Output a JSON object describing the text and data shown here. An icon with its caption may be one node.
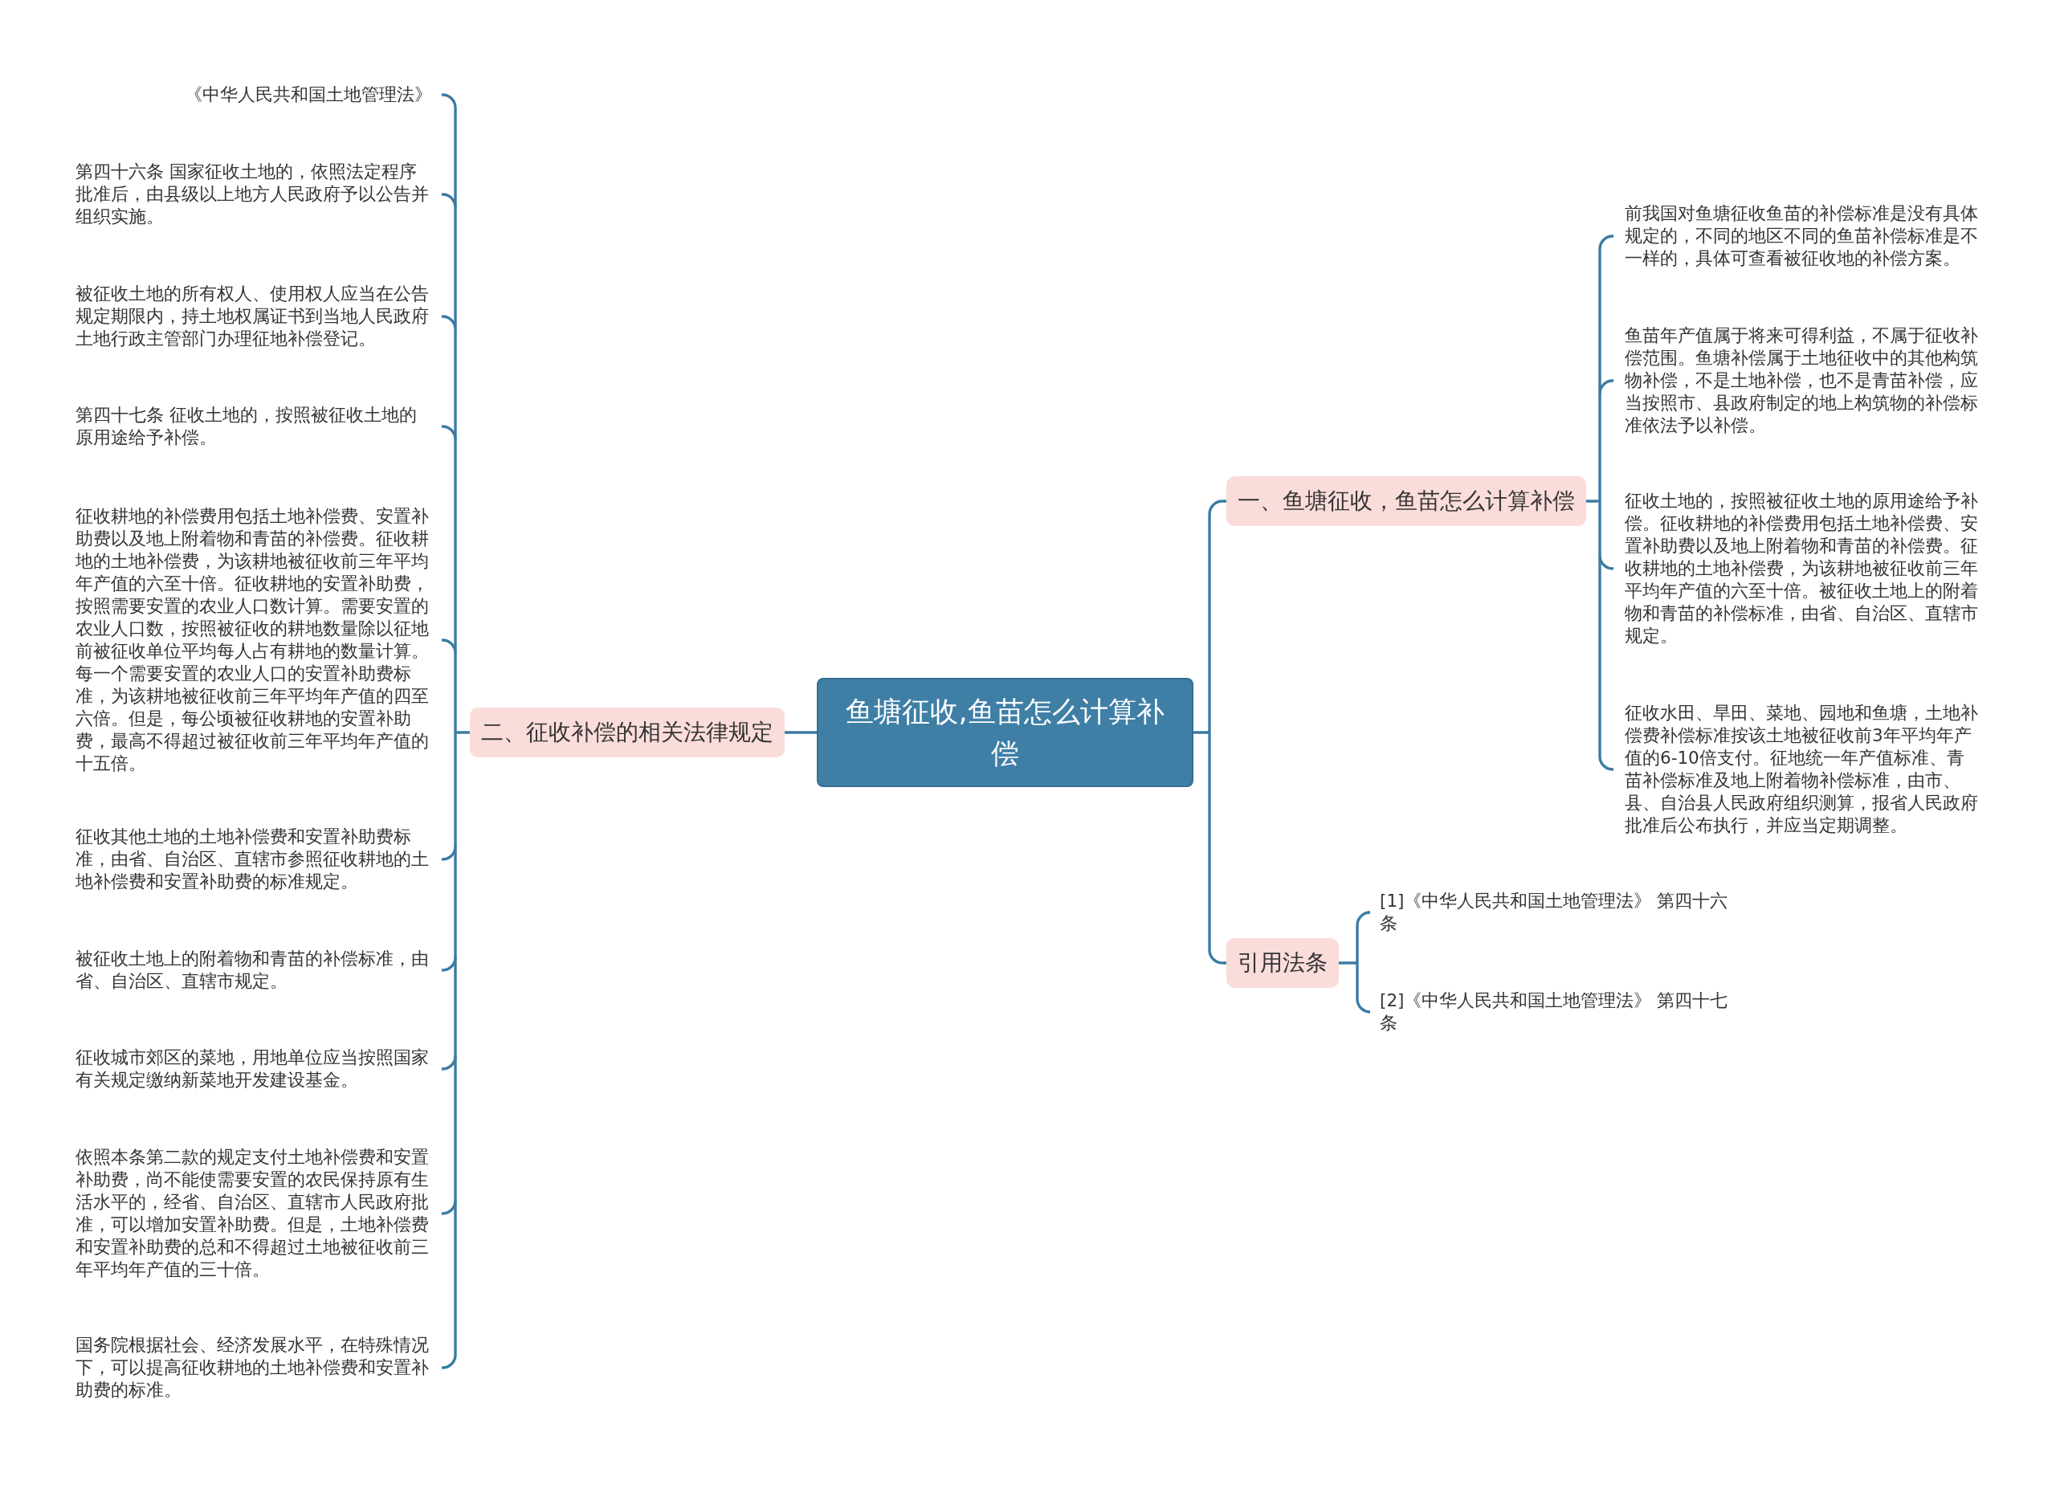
{
  "diagram": {
    "nodes": [
      {
        "text": [
          "鱼塘征收,鱼苗怎么计算补偿"
        ]
      },
      {
        "text": [
          "一、鱼塘征收，鱼苗怎么计算补偿"
        ]
      },
      {
        "text": [
          "前我国对鱼塘征收鱼苗的补偿标准是没有具体规定的，不同的地区不同的鱼苗补偿标准是不一样的，具体可查看被征收地的补偿方案。"
        ]
      },
      {
        "text": [
          "鱼苗年产值属于将来可得利益，不属于征收补偿范围。鱼塘补偿属于土地征收中的其他构筑物补偿，不是土地补偿，也不是青苗补偿，应当按照市、县政府制定的地上构筑物的补偿标准依法予以补偿。"
        ]
      },
      {
        "text": [
          "征收土地的，按照被征收土地的原用途给予补偿。征收耕地的补偿费用包括土地补偿费、安置补助费以及地上附着物和青苗的补偿费。征收耕地的土地补偿费，为该耕地被征收前三年平均年产值的六至十倍。被征收土地上的附着物和青苗的补偿标准，由省、自治区、直辖市规定。"
        ]
      },
      {
        "text": [
          "征收水田、旱田、菜地、园地和鱼塘，土地补偿费补偿标准按该土地被征收前3年平均年产值的6-10倍支付。征地统一年产值标准、青苗补偿标准及地上附着物补偿标准，由市、县、自治县人民政府组织测算，报省人民政府批准后公布执行，并应当定期调整。"
        ]
      },
      {
        "text": [
          "引用法条"
        ]
      },
      {
        "text": [
          "[1]《中华人民共和国土地管理法》 第四十六条"
        ]
      },
      {
        "text": [
          "[2]《中华人民共和国土地管理法》 第四十七条"
        ]
      },
      {
        "text": [
          "二、征收补偿的相关法律规定"
        ]
      },
      {
        "text": [
          "《中华人民共和国土地管理法》"
        ]
      },
      {
        "text": [
          "第四十六条 国家征收土地的，依照法定程序批准后，由县级以上地方人民政府予以公告并组织实施。"
        ]
      },
      {
        "text": [
          "被征收土地的所有权人、使用权人应当在公告规定期限内，持土地权属证书到当地人民政府土地行政主管部门办理征地补偿登记。"
        ]
      },
      {
        "text": [
          "第四十七条 征收土地的，按照被征收土地的原用途给予补偿。"
        ]
      },
      {
        "text": [
          "征收耕地的补偿费用包括土地补偿费、安置补助费以及地上附着物和青苗的补偿费。征收耕地的土地补偿费，为该耕地被征收前三年平均年产值的六至十倍。征收耕地的安置补助费，按照需要安置的农业人口数计算。需要安置的农业人口数，按照被征收的耕地数量除以征地前被征收单位平均每人占有耕地的数量计算。每一个需要安置的农业人口的安置补助费标准，为该耕地被征收前三年平均年产值的四至六倍。但是，每公顷被征收耕地的安置补助费，最高不得超过被征收前三年平均年产值的十五倍。"
        ]
      },
      {
        "text": [
          "征收其他土地的土地补偿费和安置补助费标准，由省、自治区、直辖市参照征收耕地的土地补偿费和安置补助费的标准规定。"
        ]
      },
      {
        "text": [
          "被征收土地上的附着物和青苗的补偿标准，由省、自治区、直辖市规定。"
        ]
      },
      {
        "text": [
          "征收城市郊区的菜地，用地单位应当按照国家有关规定缴纳新菜地开发建设基金。"
        ]
      },
      {
        "text": [
          "依照本条第二款的规定支付土地补偿费和安置补助费，尚不能使需要安置的农民保持原有生活水平的，经省、自治区、直辖市人民政府批准，可以增加安置补助费。但是，土地补偿费和安置补助费的总和不得超过土地被征收前三年平均年产值的三十倍。"
        ]
      },
      {
        "text": [
          "国务院根据社会、经济发展水平，在特殊情况下，可以提高征收耕地的土地补偿费和安置补助费的标准。"
        ]
      }
    ],
    "edges": [
      {
        "from": 0,
        "to": 1,
        "arrow": "none"
      },
      {
        "from": 1,
        "to": 2,
        "arrow": "none"
      },
      {
        "from": 1,
        "to": 3,
        "arrow": "none"
      },
      {
        "from": 1,
        "to": 4,
        "arrow": "none"
      },
      {
        "from": 1,
        "to": 5,
        "arrow": "none"
      },
      {
        "from": 0,
        "to": 6,
        "arrow": "none"
      },
      {
        "from": 6,
        "to": 7,
        "arrow": "none"
      },
      {
        "from": 6,
        "to": 8,
        "arrow": "none"
      },
      {
        "from": 0,
        "to": 9,
        "arrow": "none"
      },
      {
        "from": 9,
        "to": 10,
        "arrow": "none"
      },
      {
        "from": 9,
        "to": 11,
        "arrow": "none"
      },
      {
        "from": 9,
        "to": 12,
        "arrow": "none"
      },
      {
        "from": 9,
        "to": 13,
        "arrow": "none"
      },
      {
        "from": 9,
        "to": 14,
        "arrow": "none"
      },
      {
        "from": 9,
        "to": 15,
        "arrow": "none"
      },
      {
        "from": 9,
        "to": 16,
        "arrow": "none"
      },
      {
        "from": 9,
        "to": 17,
        "arrow": "none"
      },
      {
        "from": 9,
        "to": 18,
        "arrow": "none"
      },
      {
        "from": 9,
        "to": 19,
        "arrow": "none"
      }
    ]
  }
}
